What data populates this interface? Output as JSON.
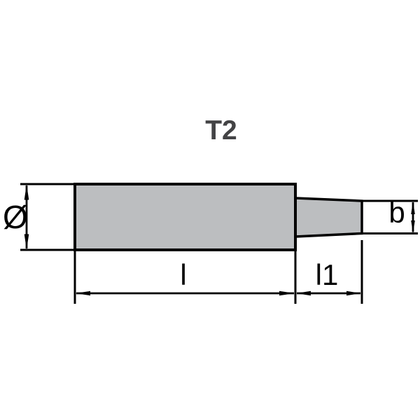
{
  "title": "T2",
  "drawing": {
    "dimension_labels": {
      "diameter": "Ø",
      "tip_diameter": "b",
      "body_length": "l",
      "tip_length": "l1"
    },
    "colors": {
      "body_fill": "#bcbec0",
      "outline": "#000000",
      "title_text": "#434345",
      "background": "#ffffff"
    }
  }
}
